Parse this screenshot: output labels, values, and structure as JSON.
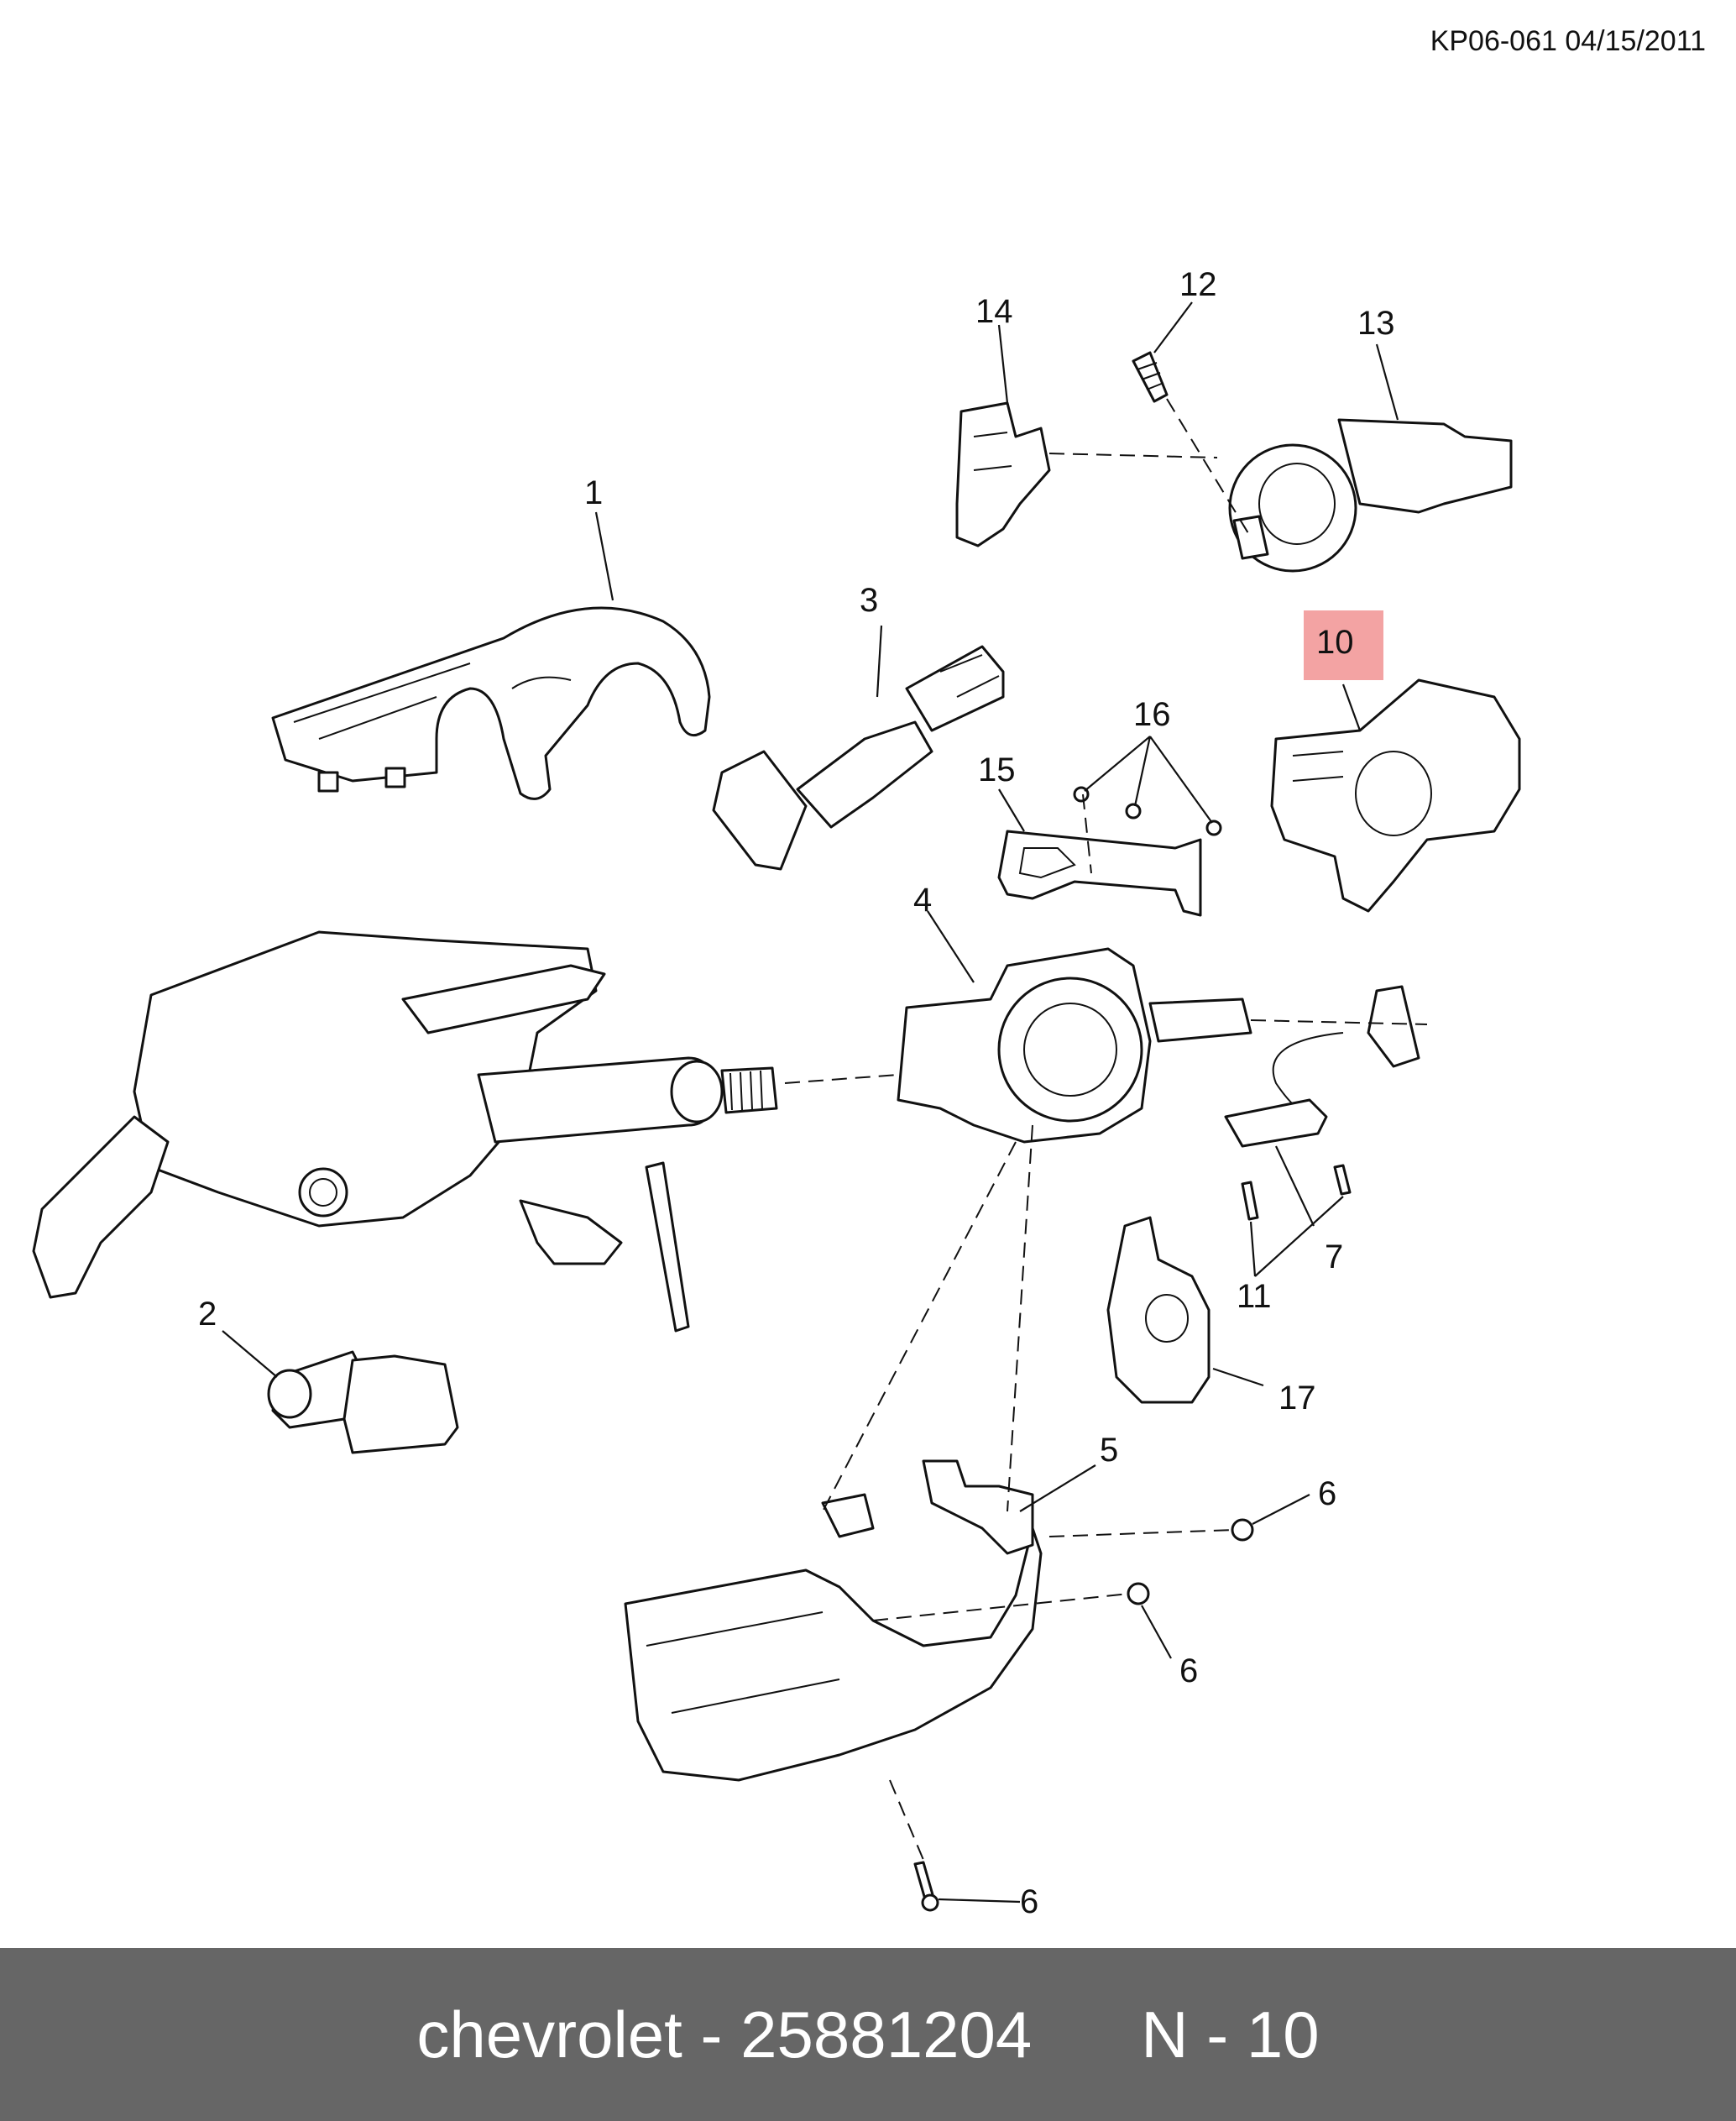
{
  "header": {
    "ref_code": "KP06-061 04/15/2011"
  },
  "callouts": {
    "c1": "1",
    "c2": "2",
    "c3": "3",
    "c4": "4",
    "c5": "5",
    "c6a": "6",
    "c6b": "6",
    "c6c": "6",
    "c7": "7",
    "c10": "10",
    "c11": "11",
    "c12": "12",
    "c13": "13",
    "c14": "14",
    "c15": "15",
    "c16": "16",
    "c17": "17"
  },
  "highlight": {
    "callout": "10",
    "color": "#f3a3a3"
  },
  "footer": {
    "text": "chevrolet - 25881204      N - 10",
    "background": "#666666"
  }
}
